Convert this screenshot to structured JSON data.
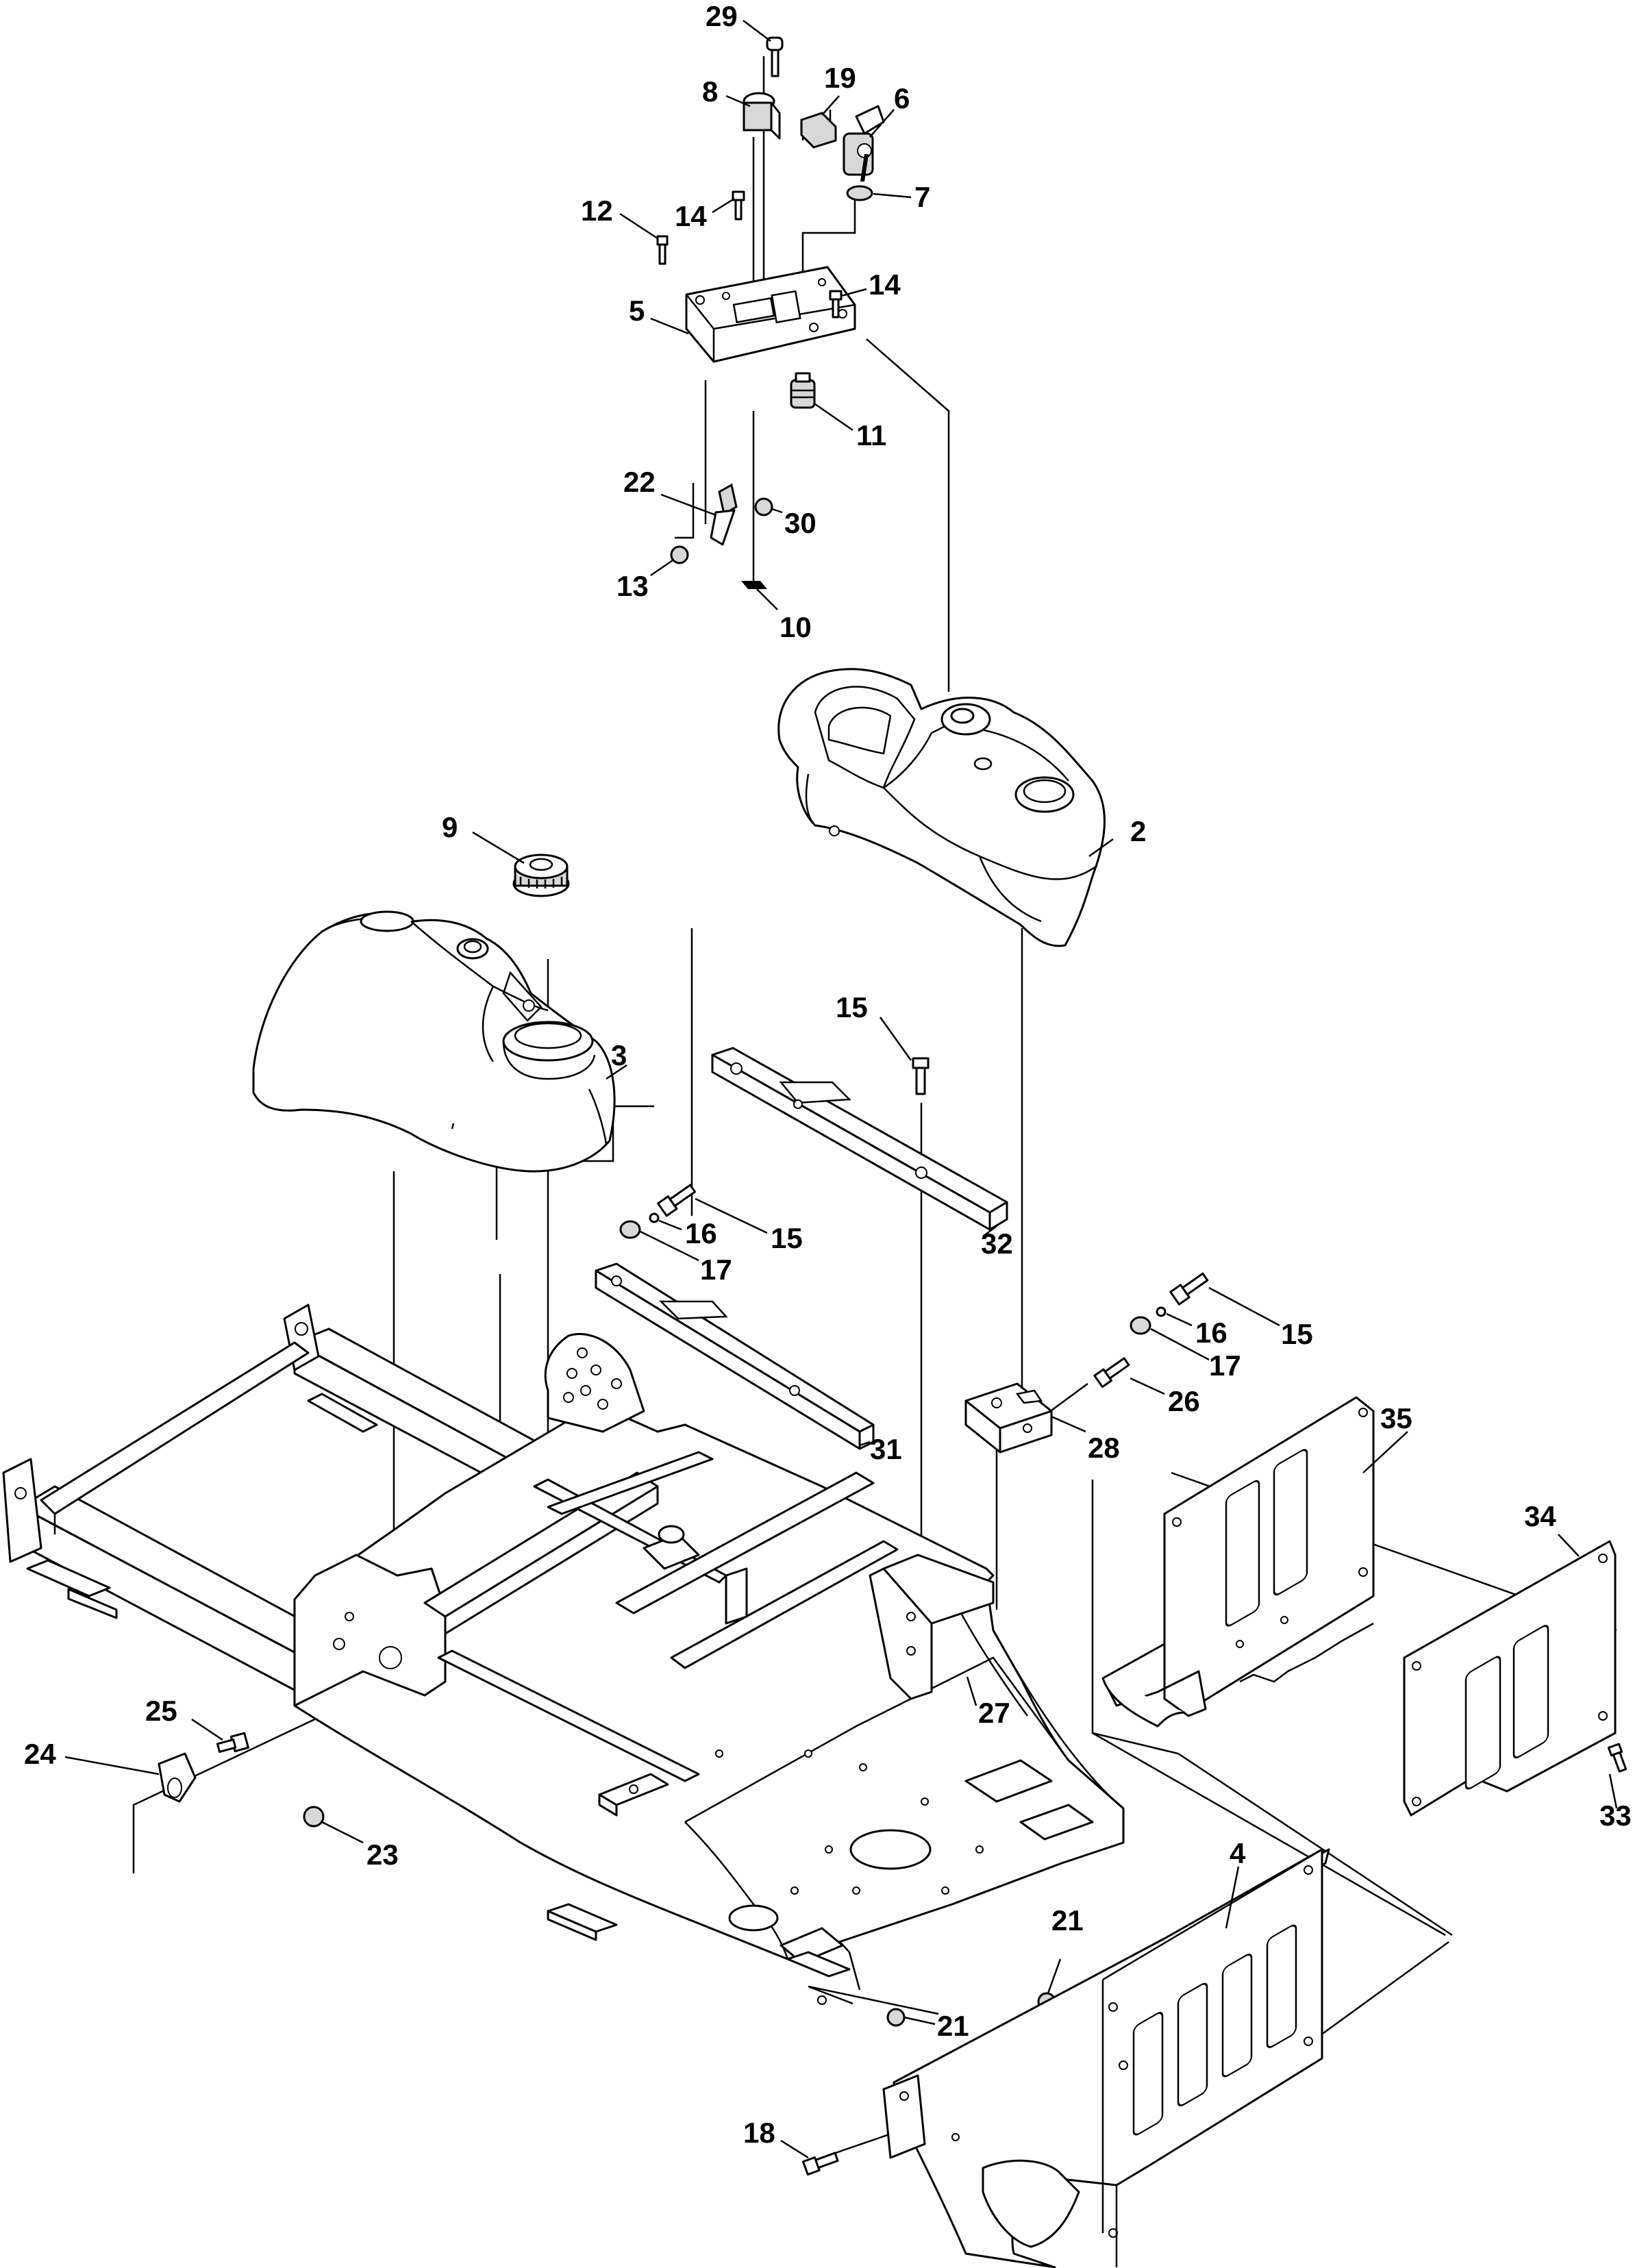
{
  "figure": {
    "callouts": [
      {
        "id": "c29",
        "label": "29"
      },
      {
        "id": "c8",
        "label": "8"
      },
      {
        "id": "c19",
        "label": "19"
      },
      {
        "id": "c6",
        "label": "6"
      },
      {
        "id": "c7",
        "label": "7"
      },
      {
        "id": "c12",
        "label": "12"
      },
      {
        "id": "c14a",
        "label": "14"
      },
      {
        "id": "c14b",
        "label": "14"
      },
      {
        "id": "c5",
        "label": "5"
      },
      {
        "id": "c11",
        "label": "11"
      },
      {
        "id": "c22",
        "label": "22"
      },
      {
        "id": "c30",
        "label": "30"
      },
      {
        "id": "c13",
        "label": "13"
      },
      {
        "id": "c10",
        "label": "10"
      },
      {
        "id": "c2",
        "label": "2"
      },
      {
        "id": "c9",
        "label": "9"
      },
      {
        "id": "c3",
        "label": "3"
      },
      {
        "id": "c15a",
        "label": "15"
      },
      {
        "id": "c16a",
        "label": "16"
      },
      {
        "id": "c15b",
        "label": "15"
      },
      {
        "id": "c17a",
        "label": "17"
      },
      {
        "id": "c32",
        "label": "32"
      },
      {
        "id": "c31",
        "label": "31"
      },
      {
        "id": "c16b",
        "label": "16"
      },
      {
        "id": "c15c",
        "label": "15"
      },
      {
        "id": "c17b",
        "label": "17"
      },
      {
        "id": "c26",
        "label": "26"
      },
      {
        "id": "c28",
        "label": "28"
      },
      {
        "id": "c35",
        "label": "35"
      },
      {
        "id": "c34",
        "label": "34"
      },
      {
        "id": "c27",
        "label": "27"
      },
      {
        "id": "c25",
        "label": "25"
      },
      {
        "id": "c24",
        "label": "24"
      },
      {
        "id": "c23",
        "label": "23"
      },
      {
        "id": "c33",
        "label": "33"
      },
      {
        "id": "c4",
        "label": "4"
      },
      {
        "id": "c21a",
        "label": "21"
      },
      {
        "id": "c21b",
        "label": "21"
      },
      {
        "id": "c18",
        "label": "18"
      }
    ]
  }
}
